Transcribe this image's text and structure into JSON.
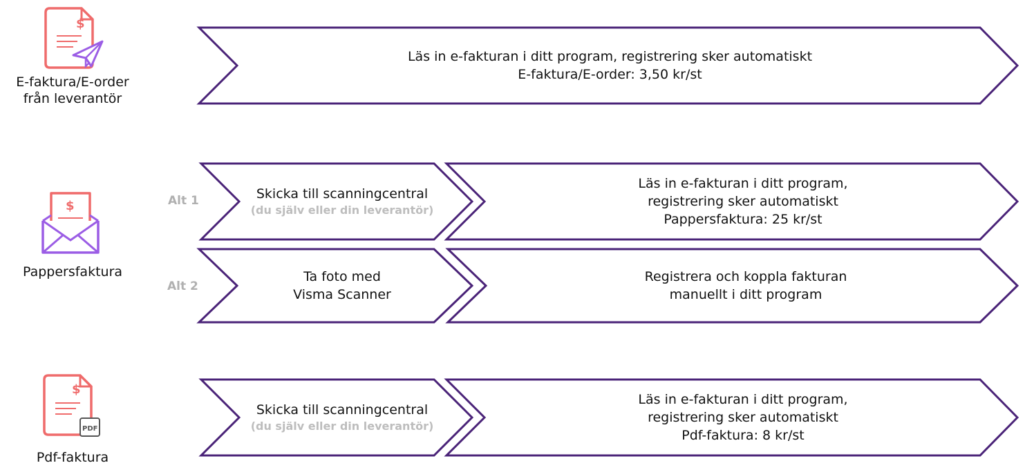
{
  "colors": {
    "arrow_stroke": "#4a2378",
    "icon_red": "#ef6b6b",
    "icon_purple": "#9b5de5",
    "alt_gray": "#b0b0b0"
  },
  "rows": {
    "efaktura": {
      "label": [
        "E-faktura/E-order",
        "från leverantör"
      ],
      "icon": "invoice-paper-plane-icon",
      "main_lines": [
        "Läs in e-fakturan i ditt program, registrering sker automatiskt",
        "E-faktura/E-order: 3,50 kr/st"
      ]
    },
    "pappersfaktura": {
      "label": "Pappersfaktura",
      "icon": "invoice-envelope-icon",
      "alt1": {
        "label": "Alt 1",
        "step1_title": "Skicka till scanningcentral",
        "step1_sub": "(du själv eller din leverantör)",
        "step2_lines": [
          "Läs in e-fakturan i ditt program,",
          "registrering sker automatiskt",
          "Pappersfaktura: 25 kr/st"
        ]
      },
      "alt2": {
        "label": "Alt 2",
        "step1_lines": [
          "Ta foto med",
          "Visma Scanner"
        ],
        "step2_lines": [
          "Registrera och koppla fakturan",
          "manuellt i ditt program"
        ]
      }
    },
    "pdf": {
      "label": "Pdf-faktura",
      "icon": "invoice-pdf-icon",
      "pdf_badge": "PDF",
      "step1_title": "Skicka till scanningcentral",
      "step1_sub": "(du själv eller din leverantör)",
      "step2_lines": [
        "Läs in e-fakturan i ditt program,",
        "registrering sker automatiskt",
        "Pdf-faktura: 8 kr/st"
      ]
    }
  }
}
